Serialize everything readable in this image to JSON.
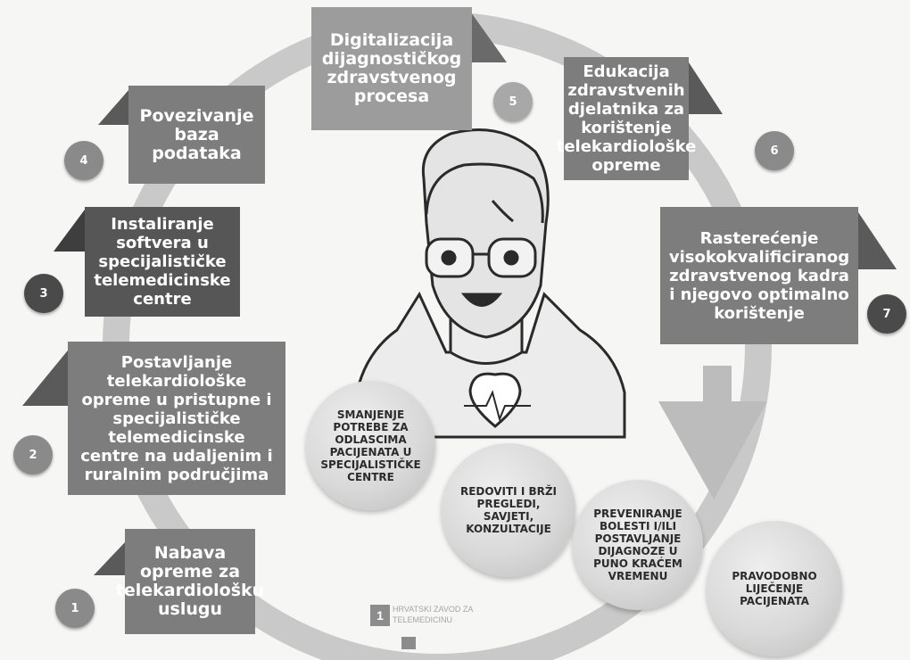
{
  "steps": [
    {
      "num": "1",
      "text": "Nabava opreme za telekardiološku uslugu"
    },
    {
      "num": "2",
      "text": "Postavljanje telekardiološke opreme u pristupne i specijalističke telemedicinske centre na udaljenim i ruralnim područjima"
    },
    {
      "num": "3",
      "text": "Instaliranje softvera u specijalističke telemedicinske centre"
    },
    {
      "num": "4",
      "text": "Povezivanje baza podataka"
    },
    {
      "num": "5",
      "text": "Digitalizacija dijagnostičkog zdravstvenog procesa"
    },
    {
      "num": "6",
      "text": "Edukacija zdravstvenih djelatnika za korištenje telekardiološke opreme"
    },
    {
      "num": "7",
      "text": "Rasterećenje visokokvalificiranog zdravstvenog kadra i njegovo optimalno korištenje"
    }
  ],
  "outcomes": [
    "SMANJENJE POTREBE ZA ODLASCIMA PACIJENATA U SPECIJALISTIČKE CENTRE",
    "REDOVITI I BRŽI PREGLEDI, SAVJETI, KONZULTACIJE",
    "PREVENIRANJE BOLESTI I/ILI POSTAVLJANJE DIJAGNOZE U PUNO KRAĆEM VREMENU",
    "PRAVODOBNO LIJEČENJE PACIJENATA"
  ],
  "logo": {
    "mark": "1",
    "text": "HRVATSKI ZAVOD ZA TELEMEDICINU"
  }
}
